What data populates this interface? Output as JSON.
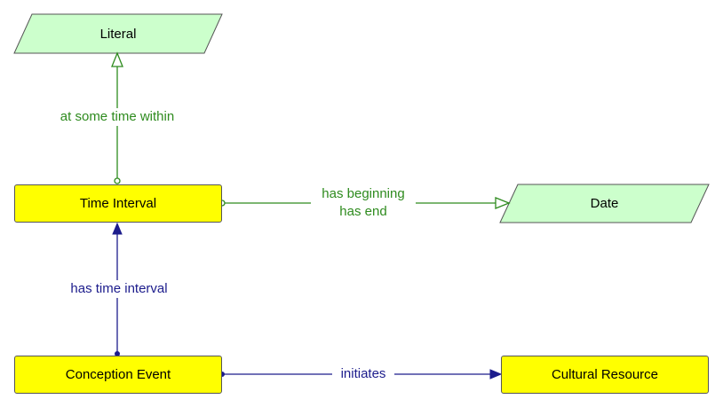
{
  "nodes": {
    "literal": "Literal",
    "time_interval": "Time Interval",
    "date": "Date",
    "conception_event": "Conception Event",
    "cultural_resource": "Cultural Resource"
  },
  "edges": {
    "time_interval_to_literal": "at some time within",
    "time_interval_to_date_line1": "has beginning",
    "time_interval_to_date_line2": "has end",
    "conception_to_time_interval": "has time interval",
    "conception_to_cultural_resource": "initiates"
  },
  "colors": {
    "class_fill": "#ffff00",
    "literal_fill": "#ccffcc",
    "datatype_edge": "#2e8b1e",
    "object_edge": "#1c1c8c"
  }
}
